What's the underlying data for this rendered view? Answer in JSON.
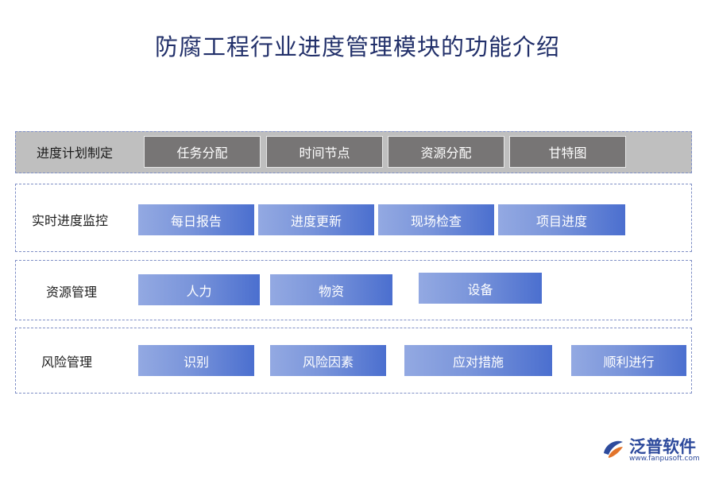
{
  "title": "防腐工程行业进度管理模块的功能介绍",
  "sections": [
    {
      "label": "进度计划制定",
      "items": [
        "任务分配",
        "时间节点",
        "资源分配",
        "甘特图"
      ]
    },
    {
      "label": "实时进度监控",
      "items": [
        "每日报告",
        "进度更新",
        "现场检查",
        "项目进度"
      ]
    },
    {
      "label": "资源管理",
      "items": [
        "人力",
        "物资",
        "设备"
      ]
    },
    {
      "label": "风险管理",
      "items": [
        "识别",
        "风险因素",
        "应对措施",
        "顺利进行"
      ]
    }
  ],
  "logo": {
    "name": "泛普软件",
    "url": "www.fanpusoft.com",
    "icon": "fanpu-logo-icon"
  },
  "colors": {
    "title": "#22306a",
    "gray_band": "#bfbfbf",
    "dark_chip": "#777575",
    "blue_chip_start": "#93a9e2",
    "blue_chip_end": "#4b6fcf",
    "dashed_border": "#7f8fc6"
  }
}
